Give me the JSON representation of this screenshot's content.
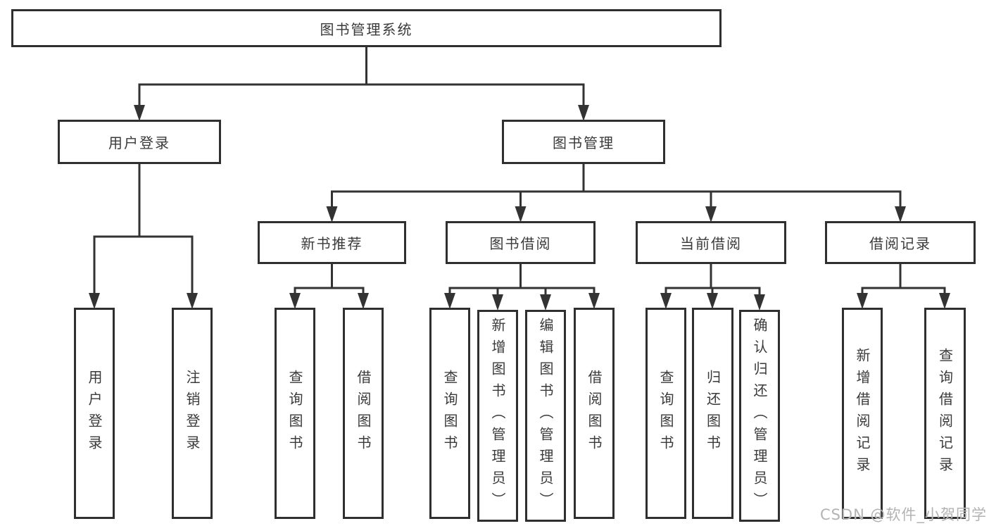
{
  "diagram": {
    "title": "图书管理系统",
    "level2": [
      {
        "label": "用户登录"
      },
      {
        "label": "图书管理"
      }
    ],
    "level3": [
      {
        "label": "新书推荐",
        "parent": "图书管理"
      },
      {
        "label": "图书借阅",
        "parent": "图书管理"
      },
      {
        "label": "当前借阅",
        "parent": "图书管理"
      },
      {
        "label": "借阅记录",
        "parent": "图书管理"
      }
    ],
    "leaves": [
      {
        "label": "用户登录",
        "parent": "用户登录"
      },
      {
        "label": "注销登录",
        "parent": "用户登录"
      },
      {
        "label": "查询图书",
        "parent": "新书推荐"
      },
      {
        "label": "借阅图书",
        "parent": "新书推荐"
      },
      {
        "label": "查询图书",
        "parent": "图书借阅"
      },
      {
        "label": "新增图书（管理员）",
        "parent": "图书借阅"
      },
      {
        "label": "编辑图书（管理员）",
        "parent": "图书借阅"
      },
      {
        "label": "借阅图书",
        "parent": "图书借阅"
      },
      {
        "label": "查询图书",
        "parent": "当前借阅"
      },
      {
        "label": "归还图书",
        "parent": "当前借阅"
      },
      {
        "label": "确认归还（管理员）",
        "parent": "当前借阅"
      },
      {
        "label": "新增借阅记录",
        "parent": "借阅记录"
      },
      {
        "label": "查询借阅记录",
        "parent": "借阅记录"
      }
    ],
    "watermark": "CSDN @软件_小贺同学"
  },
  "colors": {
    "box_border": "#2f2f2f",
    "connector_line": "#333333",
    "text": "#3a3a3a",
    "watermark": "#b3b3b3",
    "background": "#ffffff"
  }
}
